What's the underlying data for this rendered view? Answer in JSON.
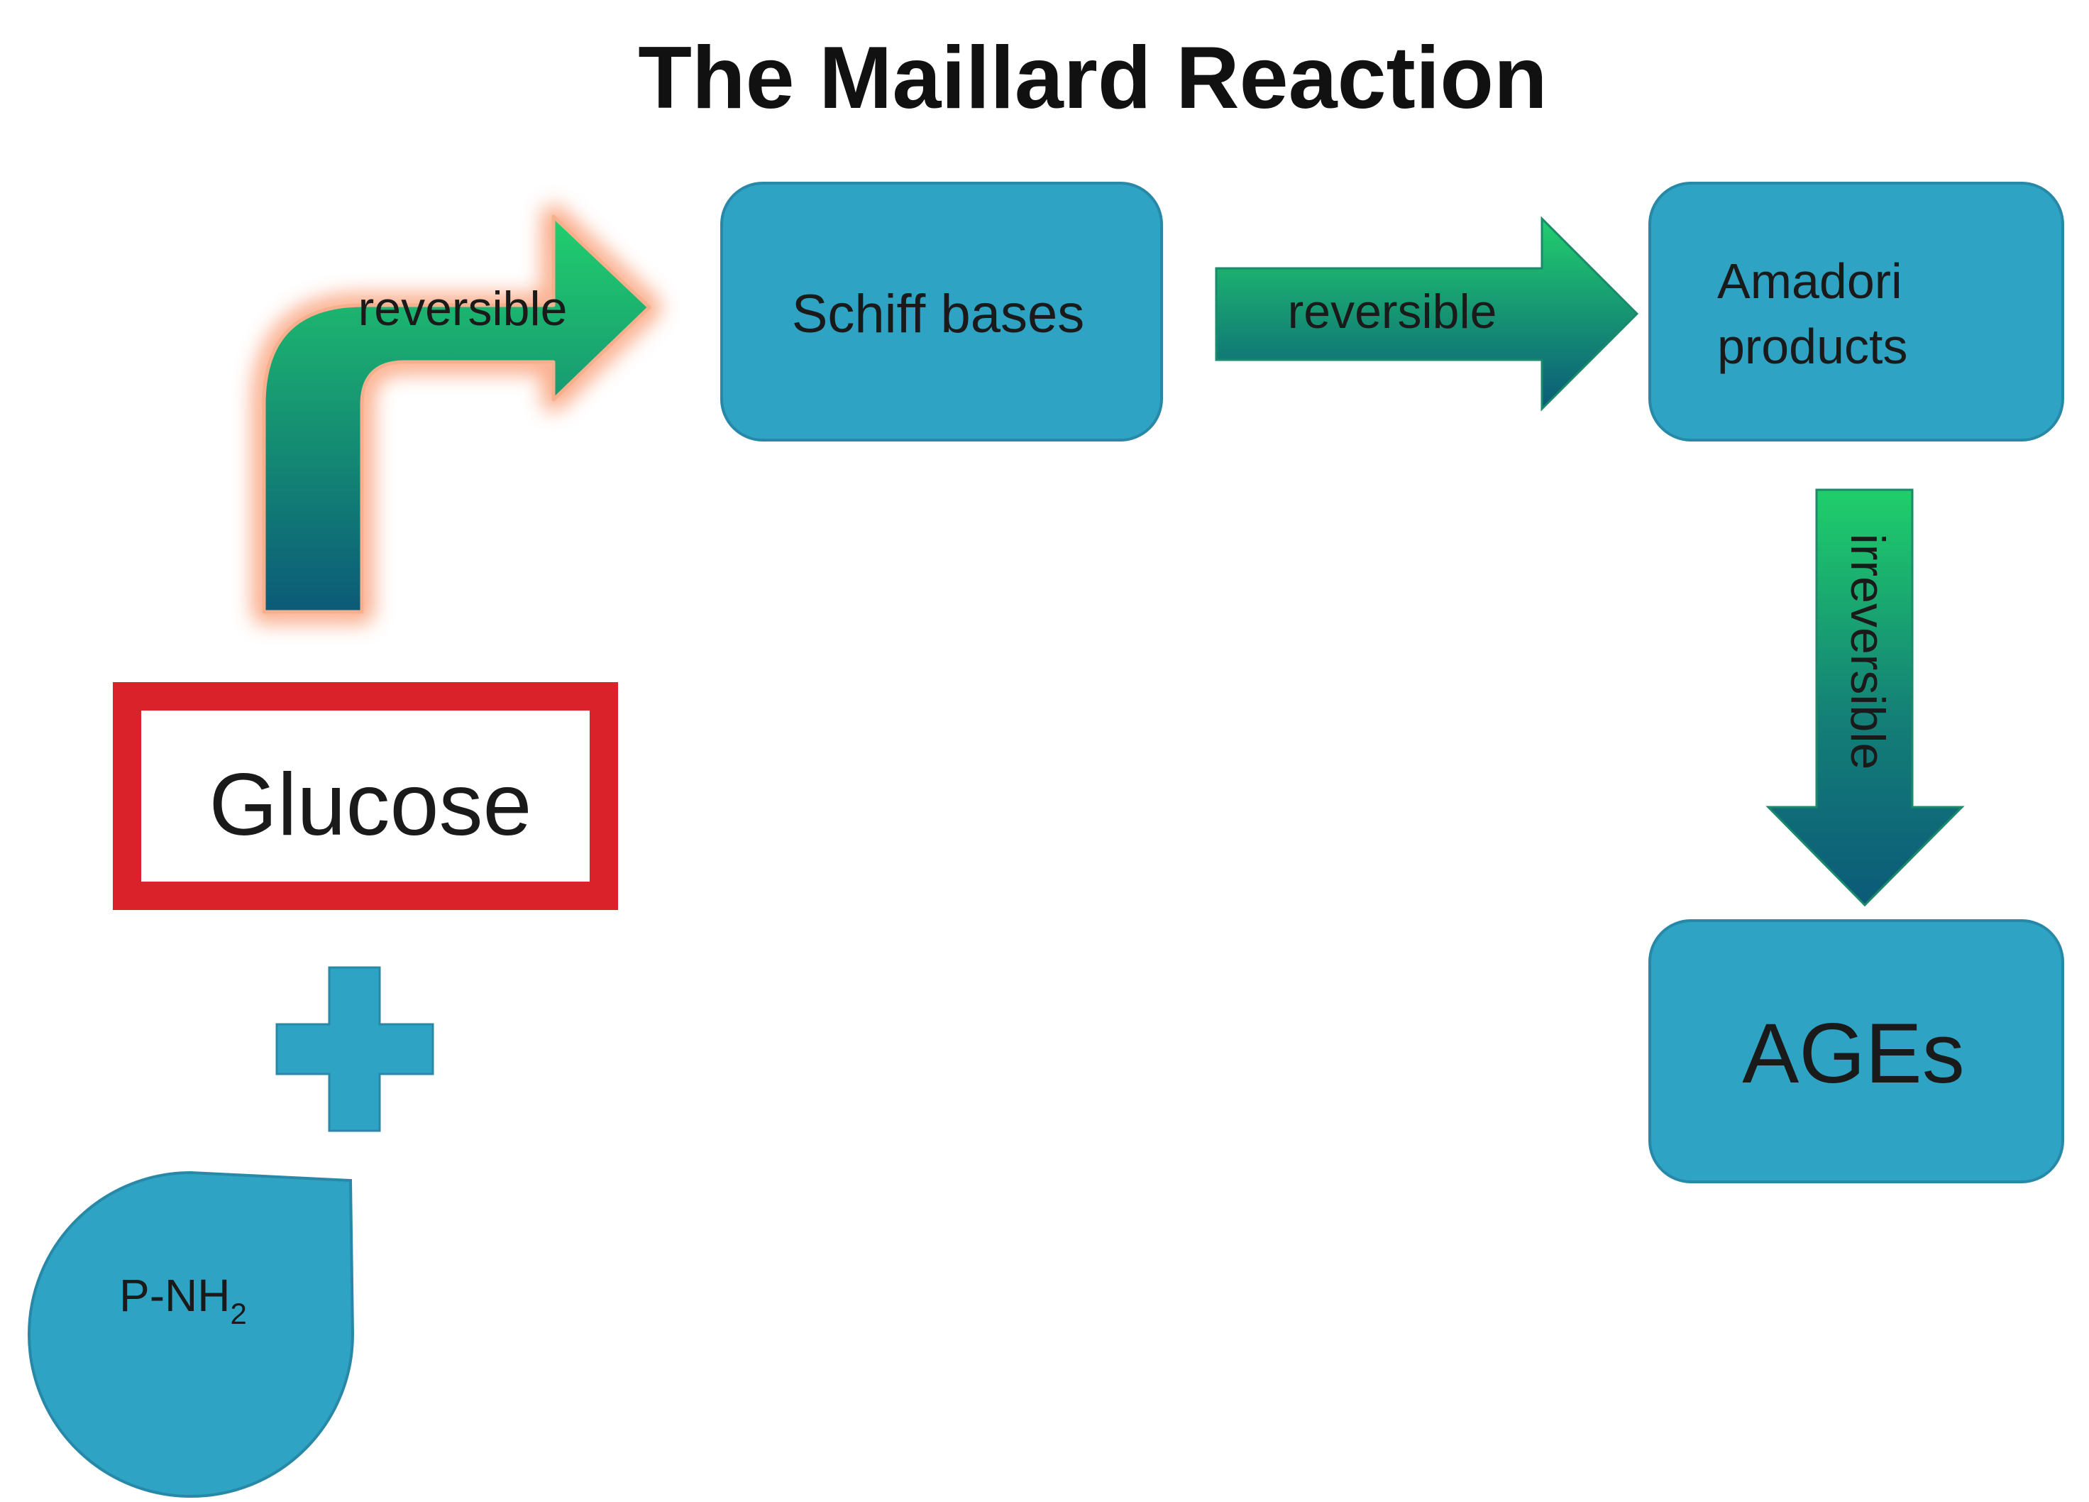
{
  "title": "The Maillard Reaction",
  "nodes": {
    "glucose": {
      "label": "Glucose"
    },
    "protein": {
      "label_main": "P-NH",
      "label_sub": "2"
    },
    "schiff": {
      "label": "Schiff bases"
    },
    "amadori": {
      "line1": "Amadori",
      "line2": "products"
    },
    "ages": {
      "label": "AGEs"
    }
  },
  "plus_symbol": "+",
  "arrows": {
    "glucose_to_schiff": {
      "label": "reversible"
    },
    "schiff_to_amadori": {
      "label": "reversible"
    },
    "amadori_to_ages": {
      "label": "irreversible"
    }
  },
  "colors": {
    "box_fill": "#2fa3c3",
    "box_stroke": "#2789a7",
    "glucose_border": "#d9222a",
    "arrow_gradient_top": "#21cf6d",
    "arrow_gradient_bottom": "#0b5a78",
    "glow": "#f9a27c"
  }
}
